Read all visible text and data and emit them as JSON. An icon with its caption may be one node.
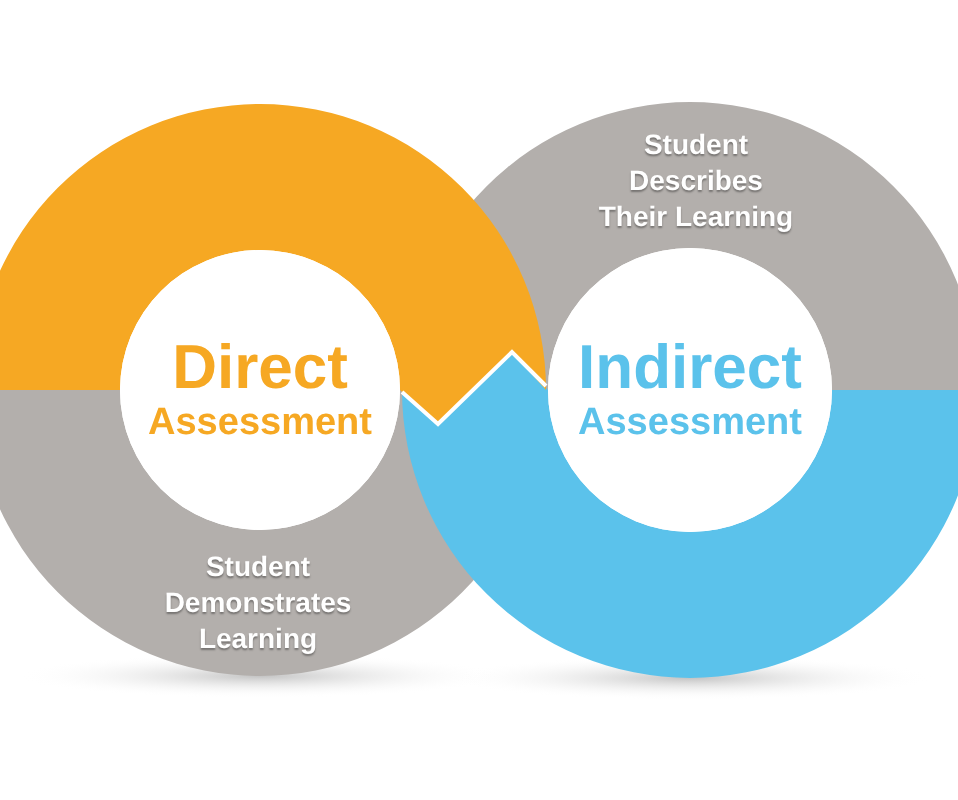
{
  "diagram": {
    "nodes": [
      {
        "text": [],
        "shape": "band"
      },
      {
        "text": [
          "Student Describes Their Learning"
        ]
      },
      {
        "text": [
          "Direct",
          "Assessment"
        ]
      },
      {
        "text": [
          "Indirect",
          "Assessment"
        ]
      },
      {
        "text": [
          "Student Demonstrates Learning"
        ]
      },
      {
        "text": [],
        "shape": "band"
      }
    ]
  }
}
